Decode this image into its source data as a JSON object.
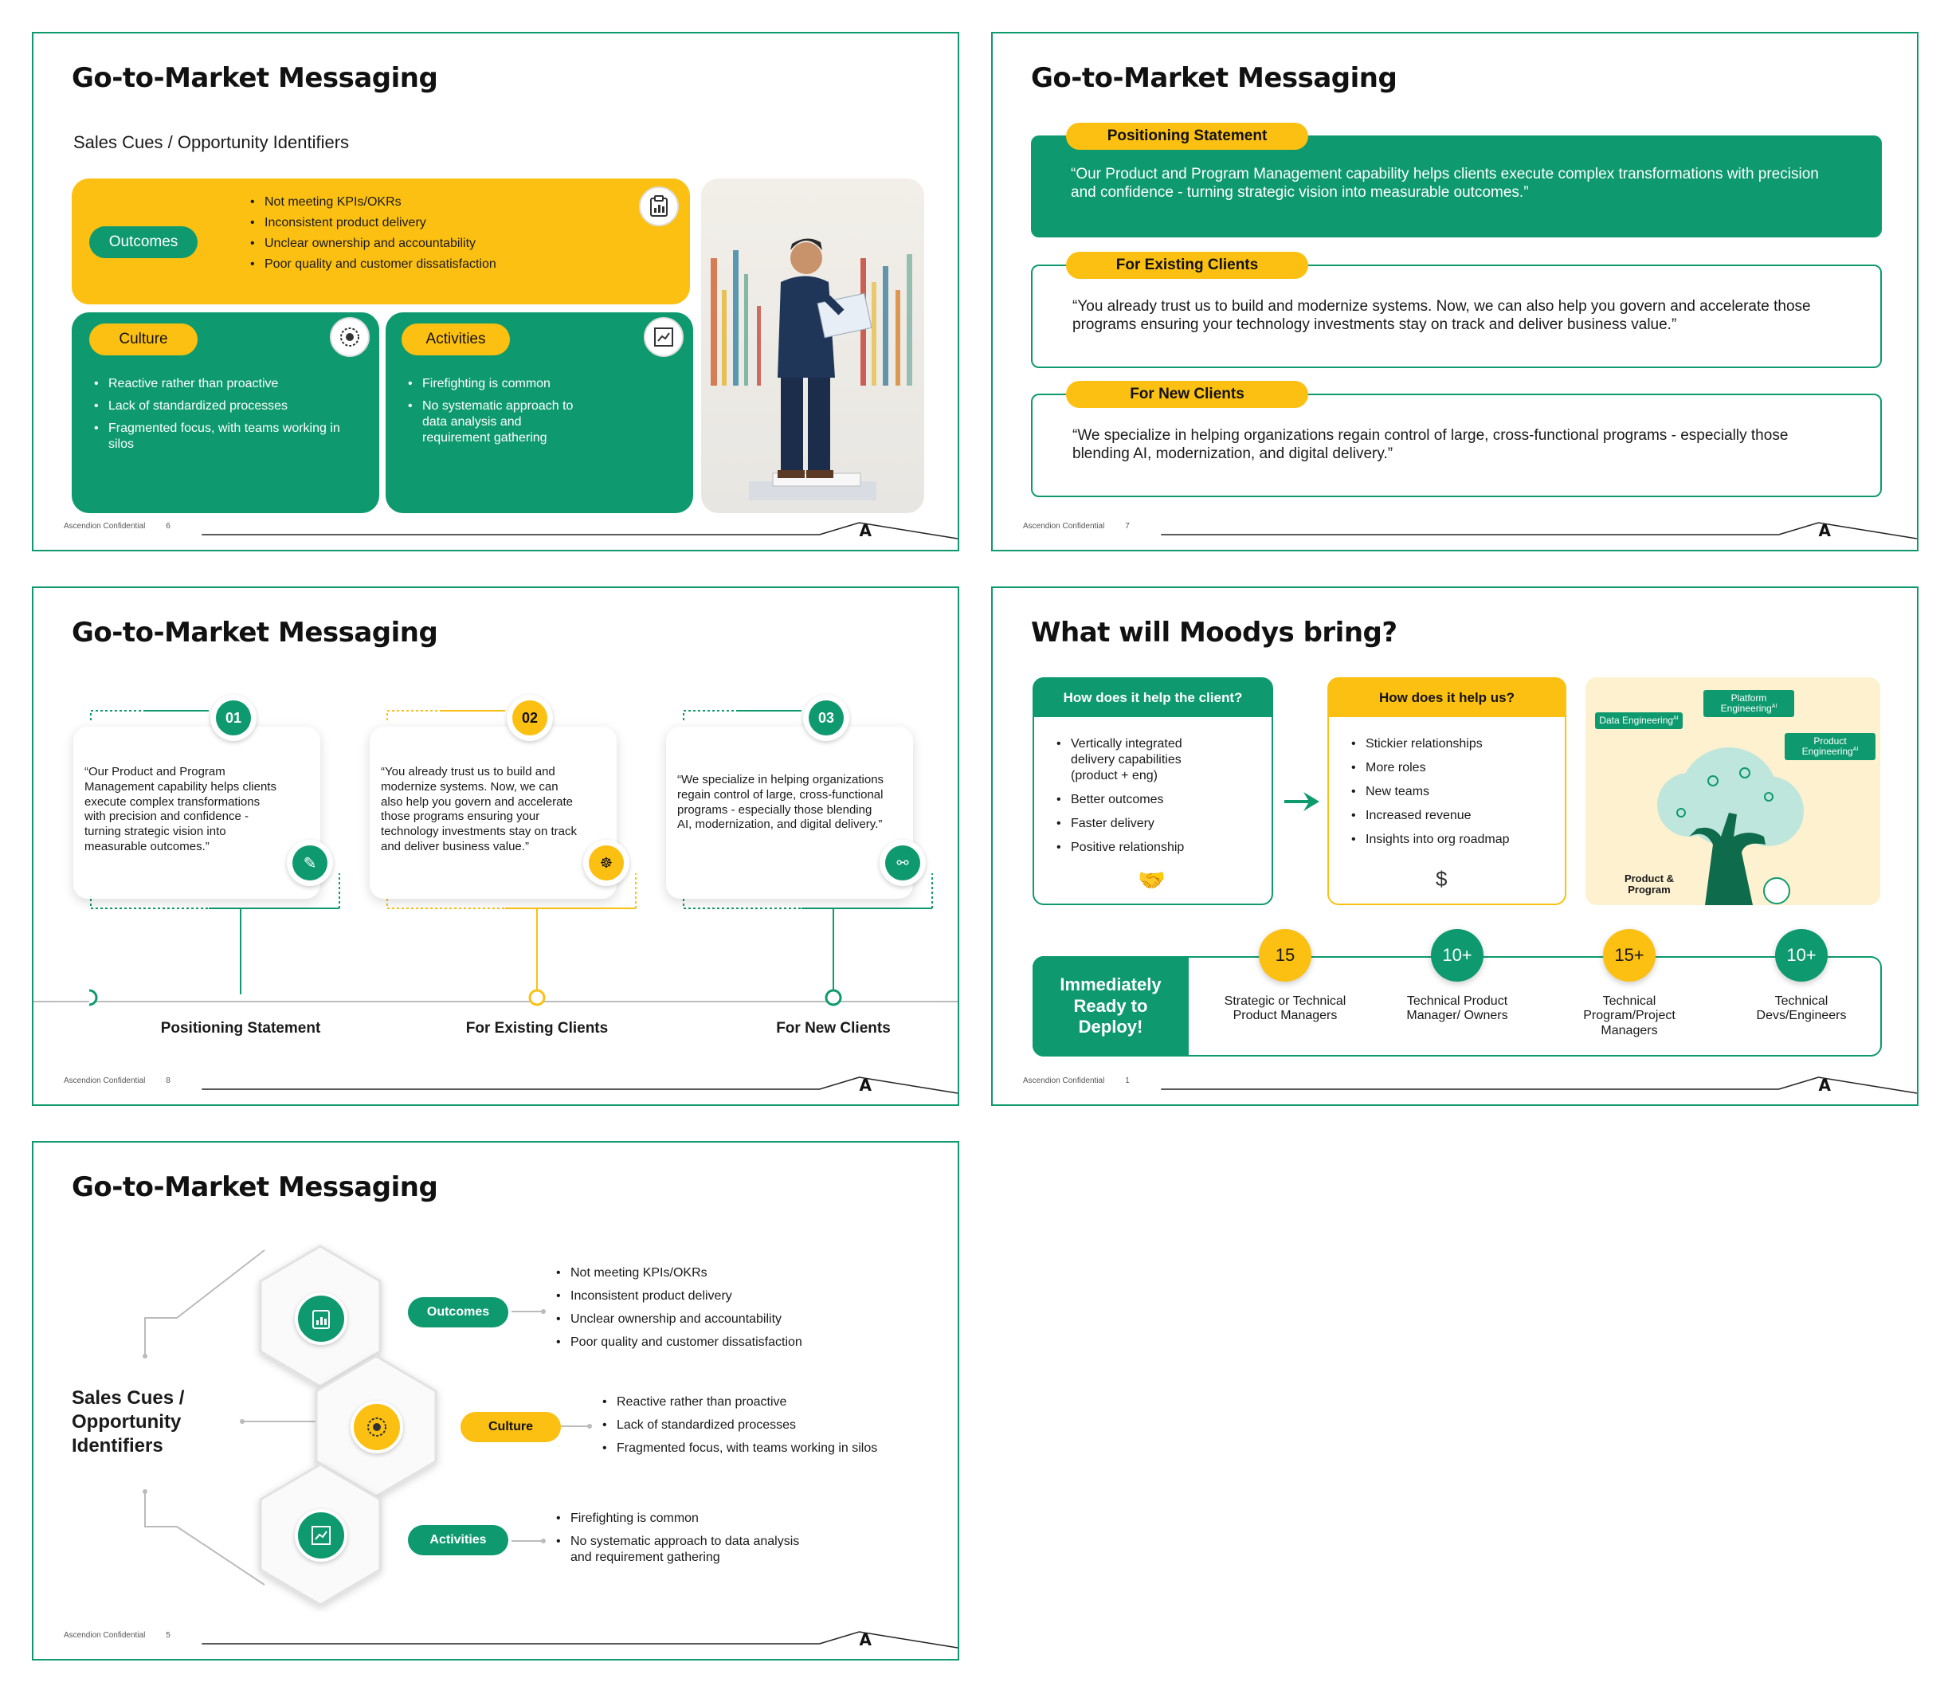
{
  "common": {
    "confidential": "Ascendion Confidential"
  },
  "slide6": {
    "title": "Go-to-Market Messaging",
    "subtitle": "Sales Cues / Opportunity Identifiers",
    "page": "6",
    "outcomes": {
      "label": "Outcomes",
      "items": [
        "Not meeting KPIs/OKRs",
        "Inconsistent product delivery",
        "Unclear ownership and accountability",
        "Poor quality and customer dissatisfaction"
      ]
    },
    "culture": {
      "label": "Culture",
      "items": [
        "Reactive rather than proactive",
        "Lack of standardized processes",
        "Fragmented focus, with teams working in silos"
      ]
    },
    "activities": {
      "label": "Activities",
      "items": [
        "Firefighting is common",
        "No systematic approach to data analysis and requirement gathering"
      ]
    }
  },
  "slide7": {
    "title": "Go-to-Market Messaging",
    "page": "7",
    "positioning": {
      "label": "Positioning Statement",
      "text": "“Our Product and Program Management capability helps clients execute complex transformations with precision and confidence - turning strategic vision into measurable outcomes.”"
    },
    "existing": {
      "label": "For Existing Clients",
      "text": "“You already trust us to build and modernize systems. Now, we can also help you govern and accelerate those programs ensuring your technology investments stay on track and deliver business value.”"
    },
    "new": {
      "label": "For New Clients",
      "text": "“We specialize in helping organizations regain control of large, cross-functional programs - especially those blending AI, modernization, and digital delivery.”"
    }
  },
  "slide8": {
    "title": "Go-to-Market Messaging",
    "page": "8",
    "steps": [
      {
        "num": "01",
        "text": "“Our Product and Program Management capability helps clients execute complex transformations with precision and confidence - turning strategic vision into measurable outcomes.”",
        "label": "Positioning Statement"
      },
      {
        "num": "02",
        "text": "“You already trust us to build and modernize systems. Now, we can also help you govern and accelerate those programs ensuring your technology investments stay on track and deliver business value.”",
        "label": "For Existing Clients"
      },
      {
        "num": "03",
        "text": "“We specialize in helping organizations regain control of large, cross-functional programs - especially those blending AI, modernization, and digital delivery.”",
        "label": "For New Clients"
      }
    ]
  },
  "slide1": {
    "title": "What will Moodys bring?",
    "page": "1",
    "client": {
      "header": "How does it help the client?",
      "items": [
        "Vertically integrated delivery capabilities (product + eng)",
        "Better outcomes",
        "Faster delivery",
        "Positive relationship"
      ]
    },
    "us": {
      "header": "How does it help us?",
      "items": [
        "Stickier relationships",
        "More roles",
        "New teams",
        "Increased revenue",
        "Insights into org roadmap"
      ]
    },
    "tree": {
      "data": "Data Engineering",
      "platform": "Platform Engineering",
      "product_eng": "Product Engineering",
      "ai": "AI",
      "core": "Product & Program"
    },
    "ready": "Immediately Ready to Deploy!",
    "roles": [
      {
        "count": "15",
        "label": "Strategic or Technical Product Managers",
        "color": "yellow"
      },
      {
        "count": "10+",
        "label": "Technical Product Manager/ Owners",
        "color": "green"
      },
      {
        "count": "15+",
        "label": "Technical Program/Project Managers",
        "color": "yellow"
      },
      {
        "count": "10+",
        "label": "Technical Devs/Engineers",
        "color": "green"
      }
    ]
  },
  "slide5": {
    "title": "Go-to-Market Messaging",
    "page": "5",
    "side": "Sales Cues / Opportunity Identifiers",
    "outcomes": {
      "label": "Outcomes",
      "items": [
        "Not meeting KPIs/OKRs",
        "Inconsistent product delivery",
        "Unclear ownership and accountability",
        "Poor quality and customer dissatisfaction"
      ]
    },
    "culture": {
      "label": "Culture",
      "items": [
        "Reactive rather than proactive",
        "Lack of standardized processes",
        "Fragmented focus, with teams working in silos"
      ]
    },
    "activities": {
      "label": "Activities",
      "items": [
        "Firefighting is common",
        "No systematic approach to data analysis and requirement gathering"
      ]
    }
  },
  "colors": {
    "green": "#0e9a6e",
    "yellow": "#fcc012",
    "cream": "#fdf1cf"
  }
}
